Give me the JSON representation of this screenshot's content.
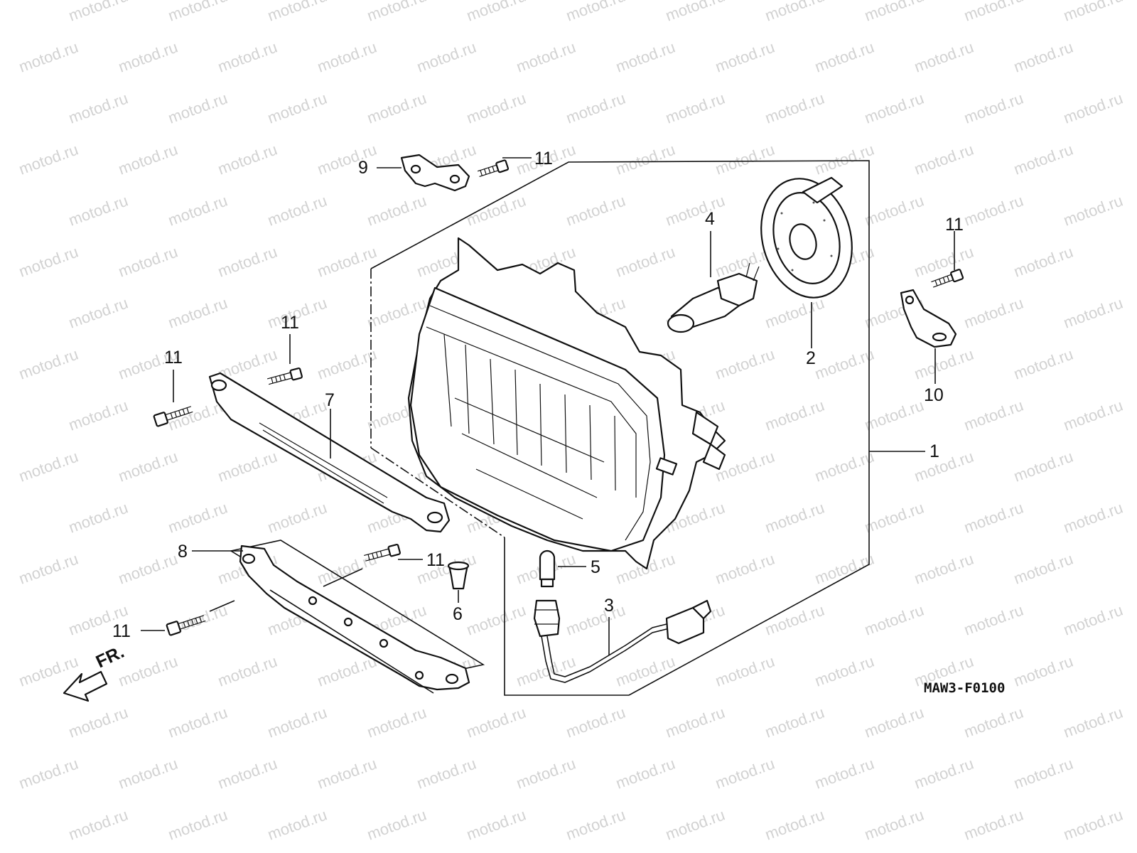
{
  "watermark": "motod.ru",
  "diagram_code": "MAW3-F0100",
  "front_indicator": "FR.",
  "callouts": {
    "c1": "1",
    "c2": "2",
    "c3": "3",
    "c4": "4",
    "c5": "5",
    "c6": "6",
    "c7": "7",
    "c8": "8",
    "c9": "9",
    "c10": "10",
    "c11a": "11",
    "c11b": "11",
    "c11c": "11",
    "c11d": "11",
    "c11e": "11",
    "c11f": "11"
  }
}
